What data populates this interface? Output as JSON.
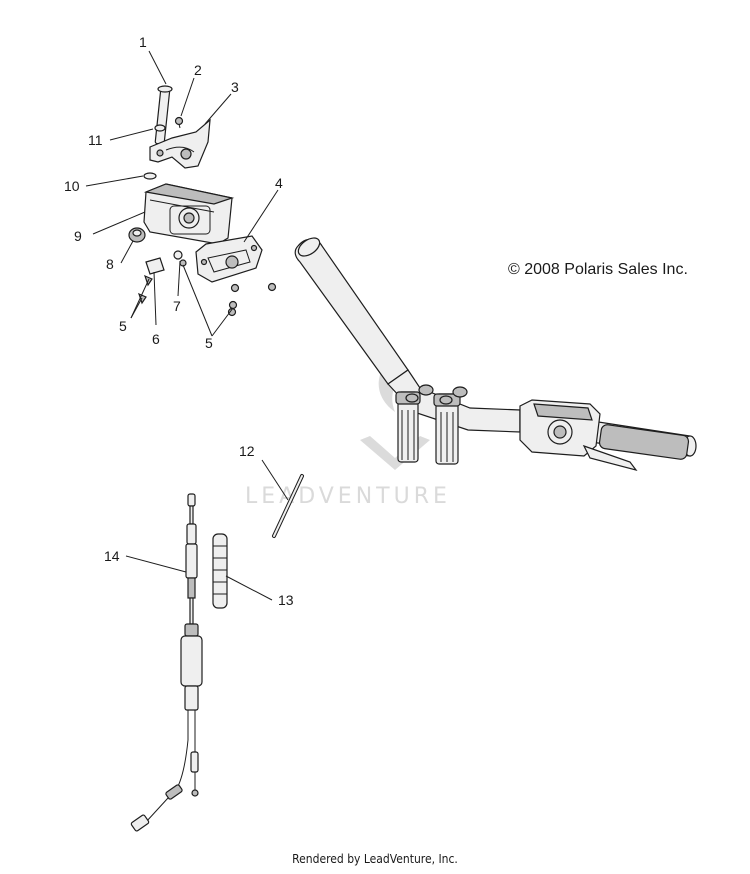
{
  "diagram": {
    "copyright": "© 2008 Polaris Sales Inc.",
    "watermark": "LEADVENTURE",
    "footer": "Rendered by LeadVenture, Inc.",
    "callouts": {
      "c1": "1",
      "c2": "2",
      "c3": "3",
      "c4": "4",
      "c5a": "5",
      "c5b": "5",
      "c6": "6",
      "c7": "7",
      "c8": "8",
      "c9": "9",
      "c10": "10",
      "c11": "11",
      "c12": "12",
      "c13": "13",
      "c14": "14"
    }
  }
}
